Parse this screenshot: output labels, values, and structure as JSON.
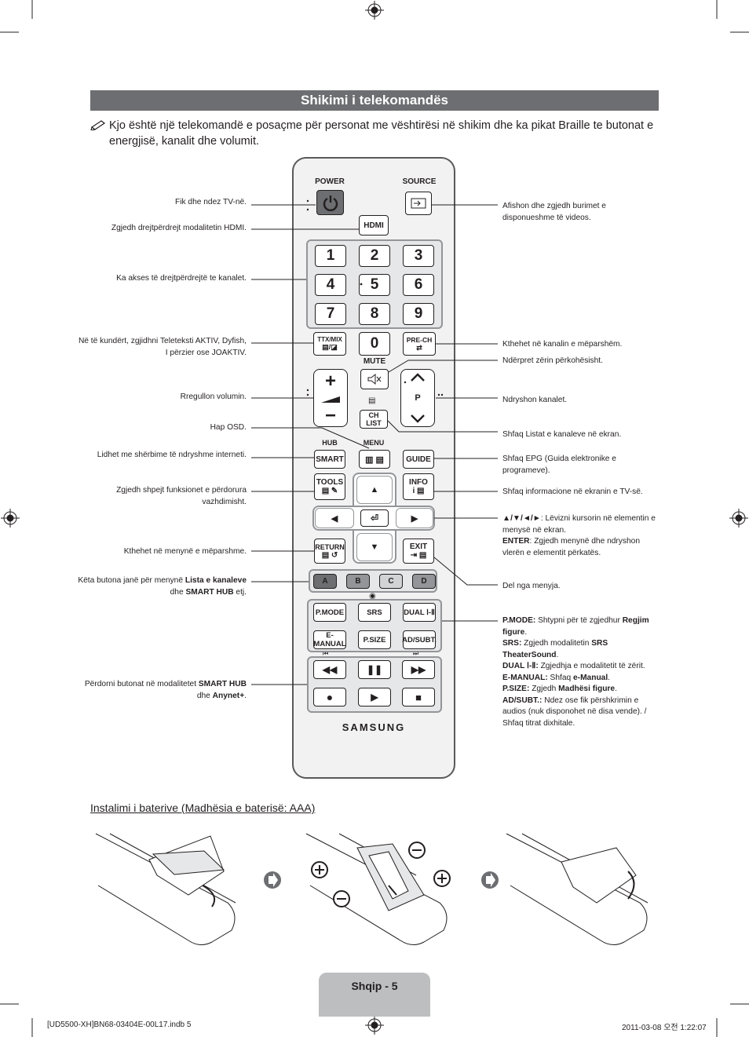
{
  "title": "Shikimi i telekomandës",
  "intro": "Kjo është një telekomandë e posaçme për personat me vështirësi në shikim dhe ka pikat Braille te butonat e energjisë, kanalit dhe volumit.",
  "note_icon": "pencil-note-icon",
  "left_annotations": [
    {
      "text": "Fik dhe ndez TV-në."
    },
    {
      "text": "Zgjedh drejtpërdrejt modalitetin HDMI."
    },
    {
      "text": "Ka akses të drejtpërdrejtë te kanalet."
    },
    {
      "text": "Në të kundërt, zgjidhni Teleteksti AKTIV, Dyfish, I përzier ose JOAKTIV."
    },
    {
      "text": "Rregullon volumin."
    },
    {
      "text": "Hap OSD."
    },
    {
      "text": "Lidhet me shërbime të ndryshme interneti."
    },
    {
      "text": "Zgjedh shpejt funksionet e përdorura vazhdimisht."
    },
    {
      "text": "Kthehet në menynë e mëparshme."
    },
    {
      "pre": "Këta butona janë për menynë ",
      "b1": "Lista e kanaleve",
      "mid": " dhe ",
      "b2": "SMART HUB",
      "post": " etj."
    },
    {
      "pre": "Përdorni butonat në modalitetet ",
      "b1": "SMART HUB",
      "mid": " dhe ",
      "b2": "Anynet+",
      "post": "."
    }
  ],
  "right_annotations": [
    {
      "text": "Afishon dhe zgjedh burimet e disponueshme të videos."
    },
    {
      "text": "Kthehet në kanalin e mëparshëm."
    },
    {
      "text": "Ndërpret zërin përkohësisht."
    },
    {
      "text": "Ndryshon kanalet."
    },
    {
      "text": "Shfaq Listat e kanaleve në ekran."
    },
    {
      "text": "Shfaq EPG (Guida elektronike e programeve)."
    },
    {
      "text": "Shfaq informacione në ekranin e TV-së."
    },
    {
      "arrows": "▲/▼/◄/►",
      "arrows_text": ": Lëvizni kursorin në elementin e menysë në ekran.",
      "enter": "ENTER",
      "enter_text": ": Zgjedh menynë dhe ndryshon vlerën e elementit përkatës."
    },
    {
      "text": "Del nga menyja."
    }
  ],
  "function_list": [
    {
      "key": "P.MODE:",
      "pre": " Shtypni për të zgjedhur ",
      "bold": "Regjim figure",
      "post": "."
    },
    {
      "key": "SRS:",
      "pre": " Zgjedh modalitetin ",
      "bold": "SRS TheaterSound",
      "post": "."
    },
    {
      "key": "DUAL Ⅰ-Ⅱ:",
      "pre": " Zgjedhja e modalitetit të zërit.",
      "bold": "",
      "post": ""
    },
    {
      "key": "E-MANUAL:",
      "pre": " Shfaq ",
      "bold": "e-Manual",
      "post": "."
    },
    {
      "key": "P.SIZE:",
      "pre": " Zgjedh ",
      "bold": "Madhësi figure",
      "post": "."
    },
    {
      "key": "AD/SUBT.:",
      "pre": " Ndez ose fik përshkrimin e audios (nuk disponohet në disa vende). / Shfaq titrat dixhitale.",
      "bold": "",
      "post": ""
    }
  ],
  "remote": {
    "power": "POWER",
    "source": "SOURCE",
    "hdmi": "HDMI",
    "digits": [
      "1",
      "2",
      "3",
      "4",
      "5",
      "6",
      "7",
      "8",
      "9"
    ],
    "zero": "0",
    "ttx": "TTX/MIX",
    "prech": "PRE-CH",
    "mute": "MUTE",
    "p": "P",
    "chlist": "CH LIST",
    "hub": "HUB",
    "menu": "MENU",
    "smart": "SMART",
    "guide": "GUIDE",
    "tools": "TOOLS",
    "info": "INFO",
    "return": "RETURN",
    "exit": "EXIT",
    "color_keys": [
      "A",
      "B",
      "C",
      "D"
    ],
    "color_key_fills": [
      "#6d6e71",
      "#939598",
      "#d1d3d4",
      "#939598"
    ],
    "row1": [
      "P.MODE",
      "SRS",
      "DUAL Ⅰ-Ⅱ"
    ],
    "row2": [
      "E-MANUAL",
      "P.SIZE",
      "AD/SUBT."
    ],
    "brand": "SAMSUNG"
  },
  "battery_heading": "Instalimi i baterive (Madhësia e baterisë: AAA)",
  "page_label": "Shqip - 5",
  "footer_left": "[UD5500-XH]BN68-03404E-00L17.indb   5",
  "footer_right": "2011-03-08   오전 1:22:07"
}
